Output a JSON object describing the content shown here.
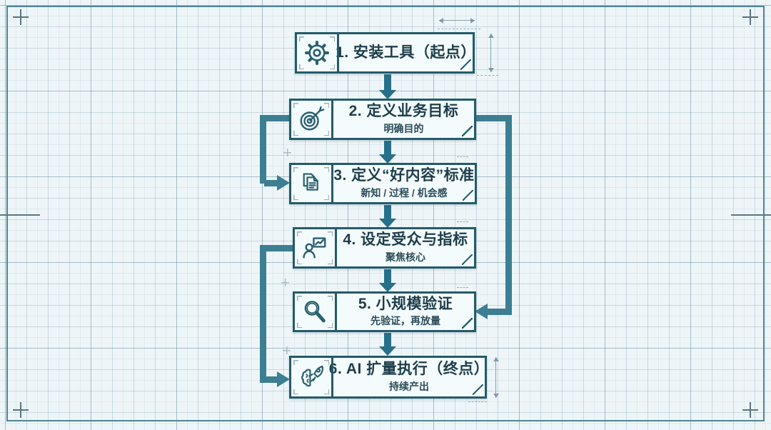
{
  "diagram": {
    "style": "blueprint-grid-flowchart",
    "nodes": [
      {
        "step": "1",
        "icon": "gear-settings-icon",
        "title": "1. 安装工具（起点）",
        "subtitle": ""
      },
      {
        "step": "2",
        "icon": "target-goal-icon",
        "title": "2. 定义业务目标",
        "subtitle": "明确目的"
      },
      {
        "step": "3",
        "icon": "documents-icon",
        "title": "3. 定义“好内容”标准",
        "subtitle": "新知 / 过程 / 机会感"
      },
      {
        "step": "4",
        "icon": "audience-metrics-icon",
        "title": "4. 设定受众与指标",
        "subtitle": "聚焦核心"
      },
      {
        "step": "5",
        "icon": "magnifier-icon",
        "title": "5. 小规模验证",
        "subtitle": "先验证，再放量"
      },
      {
        "step": "6",
        "icon": "brain-rocket-icon",
        "title": "6. AI 扩量执行（终点）",
        "subtitle": "持续产出"
      }
    ],
    "edges": [
      {
        "from": 1,
        "to": 2,
        "style": "vertical-arrow"
      },
      {
        "from": 2,
        "to": 3,
        "style": "vertical-arrow"
      },
      {
        "from": 3,
        "to": 4,
        "style": "vertical-arrow"
      },
      {
        "from": 4,
        "to": 5,
        "style": "vertical-arrow"
      },
      {
        "from": 5,
        "to": 6,
        "style": "vertical-arrow"
      },
      {
        "from": 2,
        "to": 3,
        "style": "left-side-loop"
      },
      {
        "from": 2,
        "to": 5,
        "style": "right-side-loop"
      },
      {
        "from": 4,
        "to": 6,
        "style": "left-side-loop"
      }
    ],
    "colors": {
      "paper": "#edf5f8",
      "frame": "#4f8493",
      "grid": "#aac6d1",
      "node_fill": "#f4fbfc",
      "node_border": "#235b6b",
      "title_text": "#1d3d4b",
      "subtitle_text": "#2c4c59",
      "arrow": "#27708a",
      "loop": "#3c7e92",
      "annotation": "#8fa7b0"
    }
  }
}
